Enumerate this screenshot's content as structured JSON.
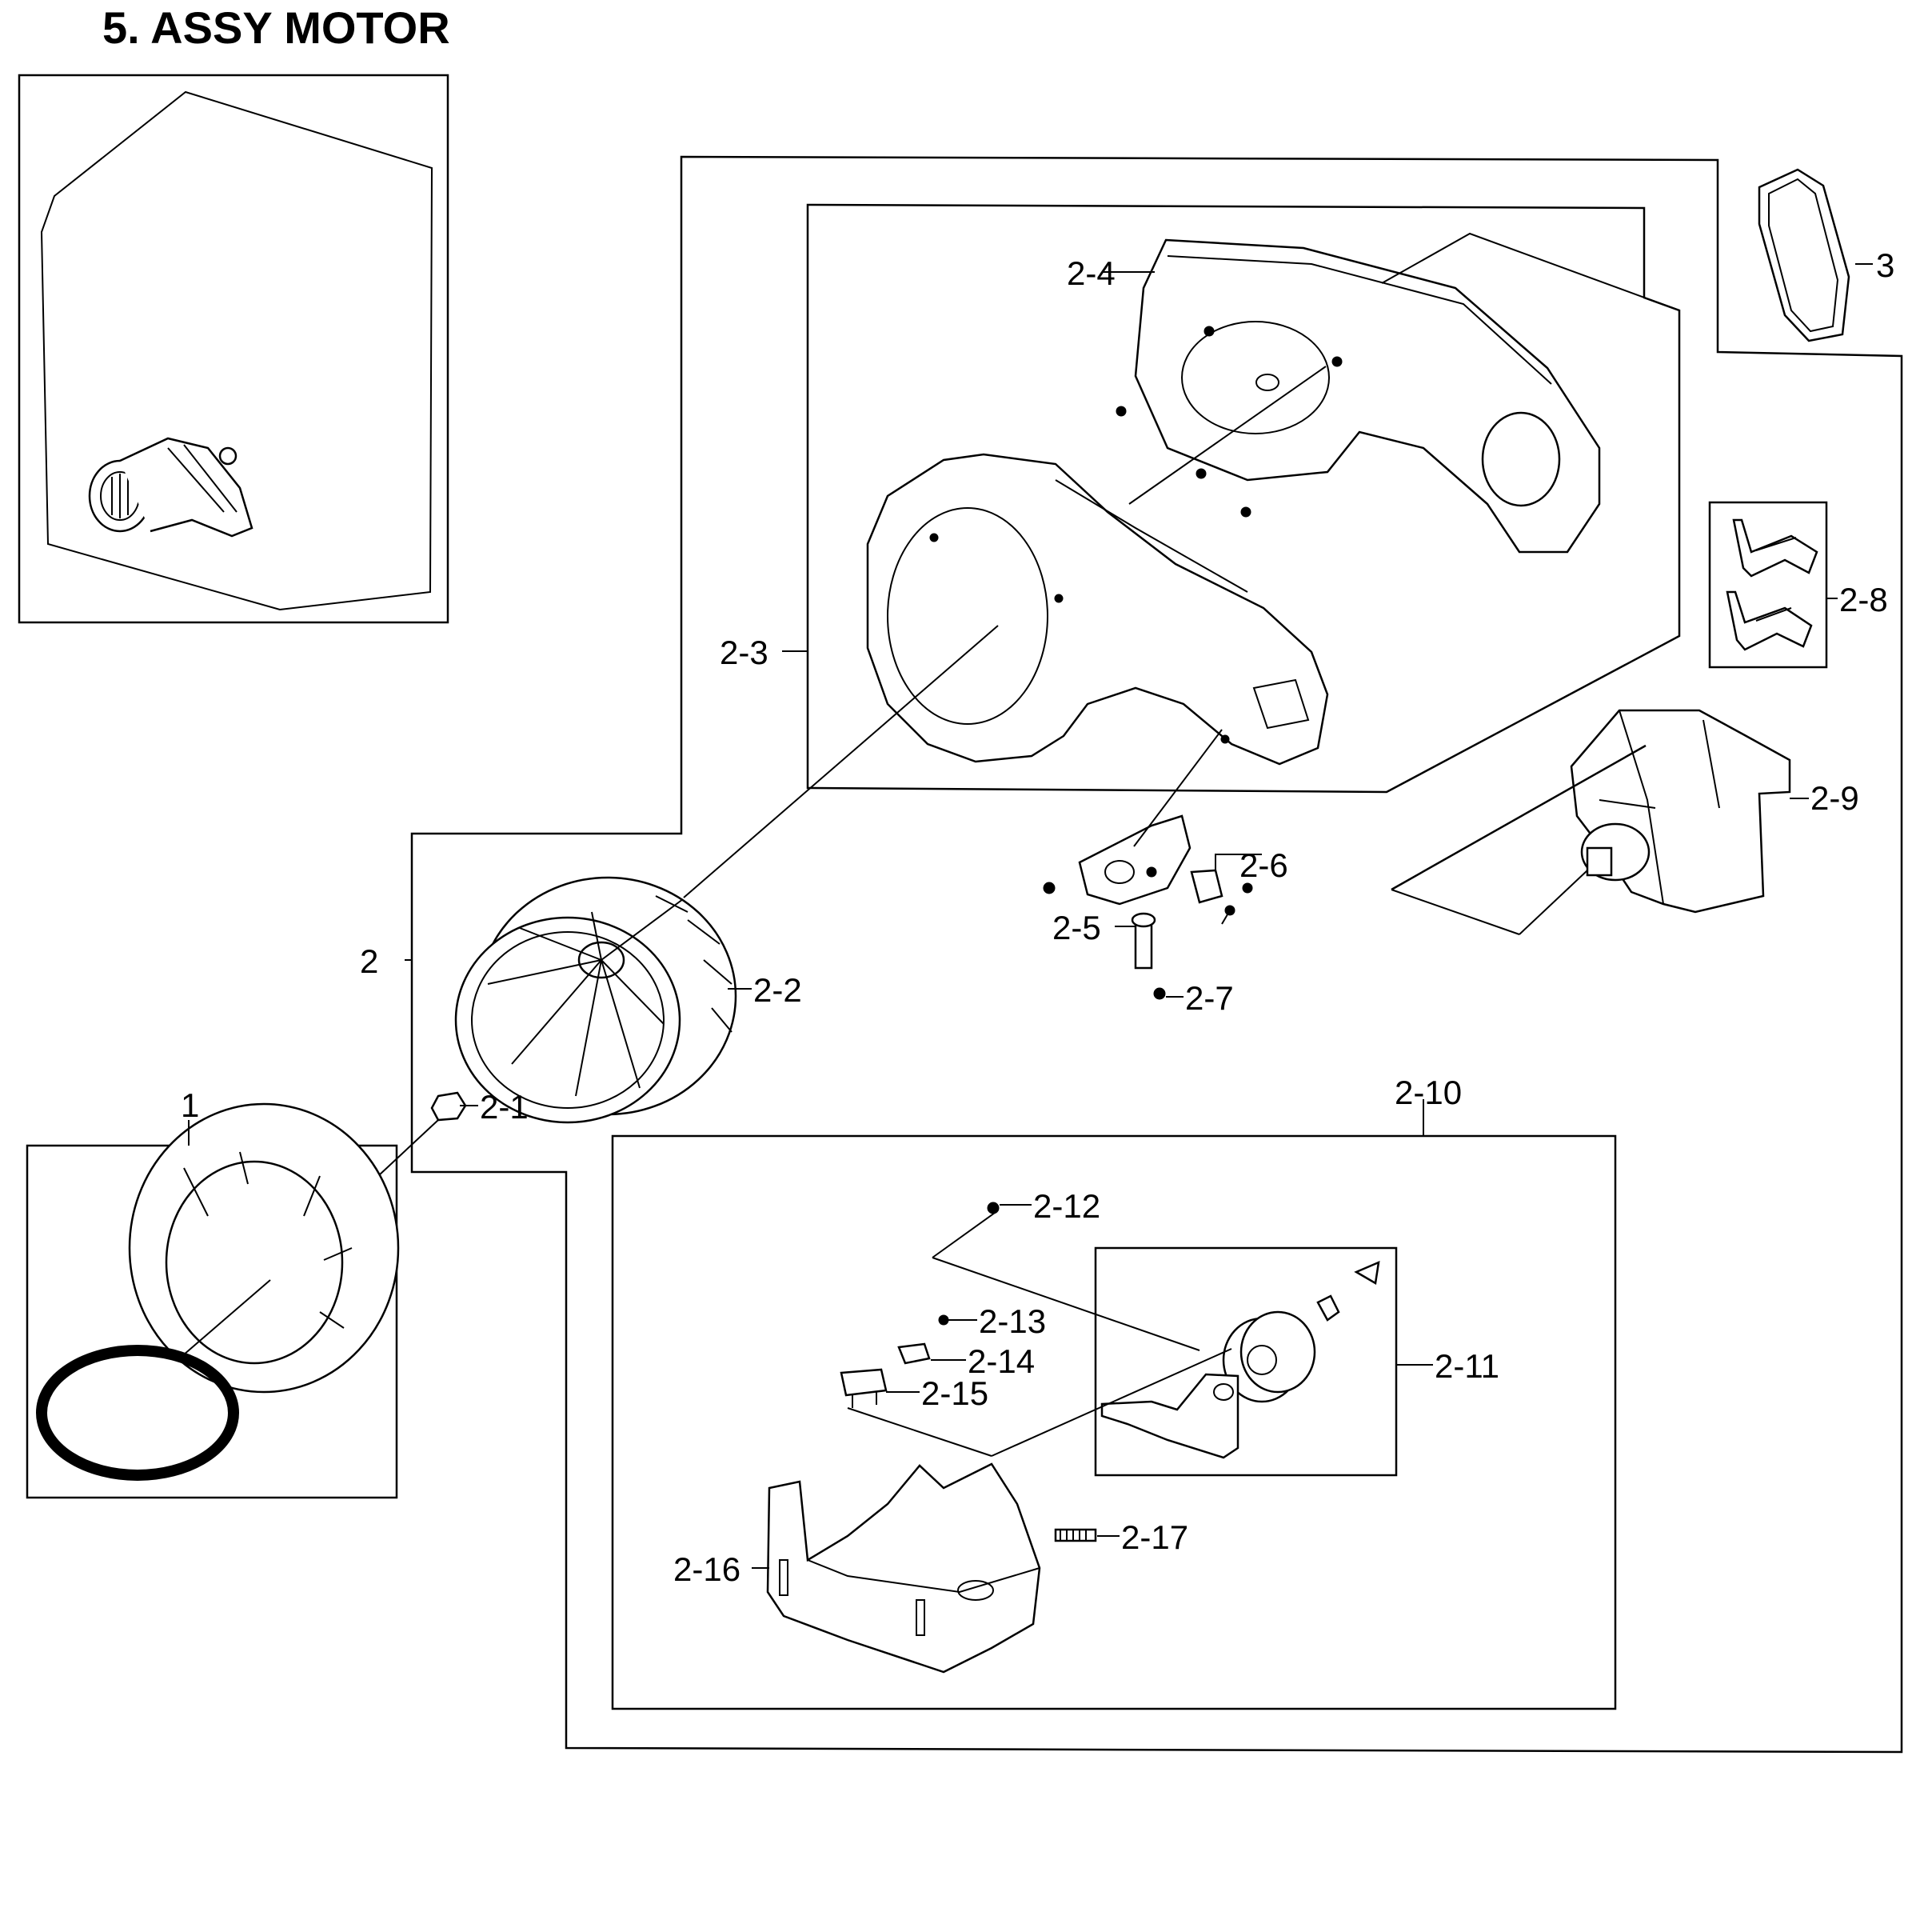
{
  "title": "5. ASSY MOTOR",
  "callouts": {
    "p1": "1",
    "p2": "2",
    "p2_1": "2-1",
    "p2_2": "2-2",
    "p2_3": "2-3",
    "p2_4": "2-4",
    "p2_5": "2-5",
    "p2_6": "2-6",
    "p2_7": "2-7",
    "p2_8": "2-8",
    "p2_9": "2-9",
    "p2_10": "2-10",
    "p2_11": "2-11",
    "p2_12": "2-12",
    "p2_13": "2-13",
    "p2_14": "2-14",
    "p2_15": "2-15",
    "p2_16": "2-16",
    "p2_17": "2-17",
    "p3": "3"
  }
}
